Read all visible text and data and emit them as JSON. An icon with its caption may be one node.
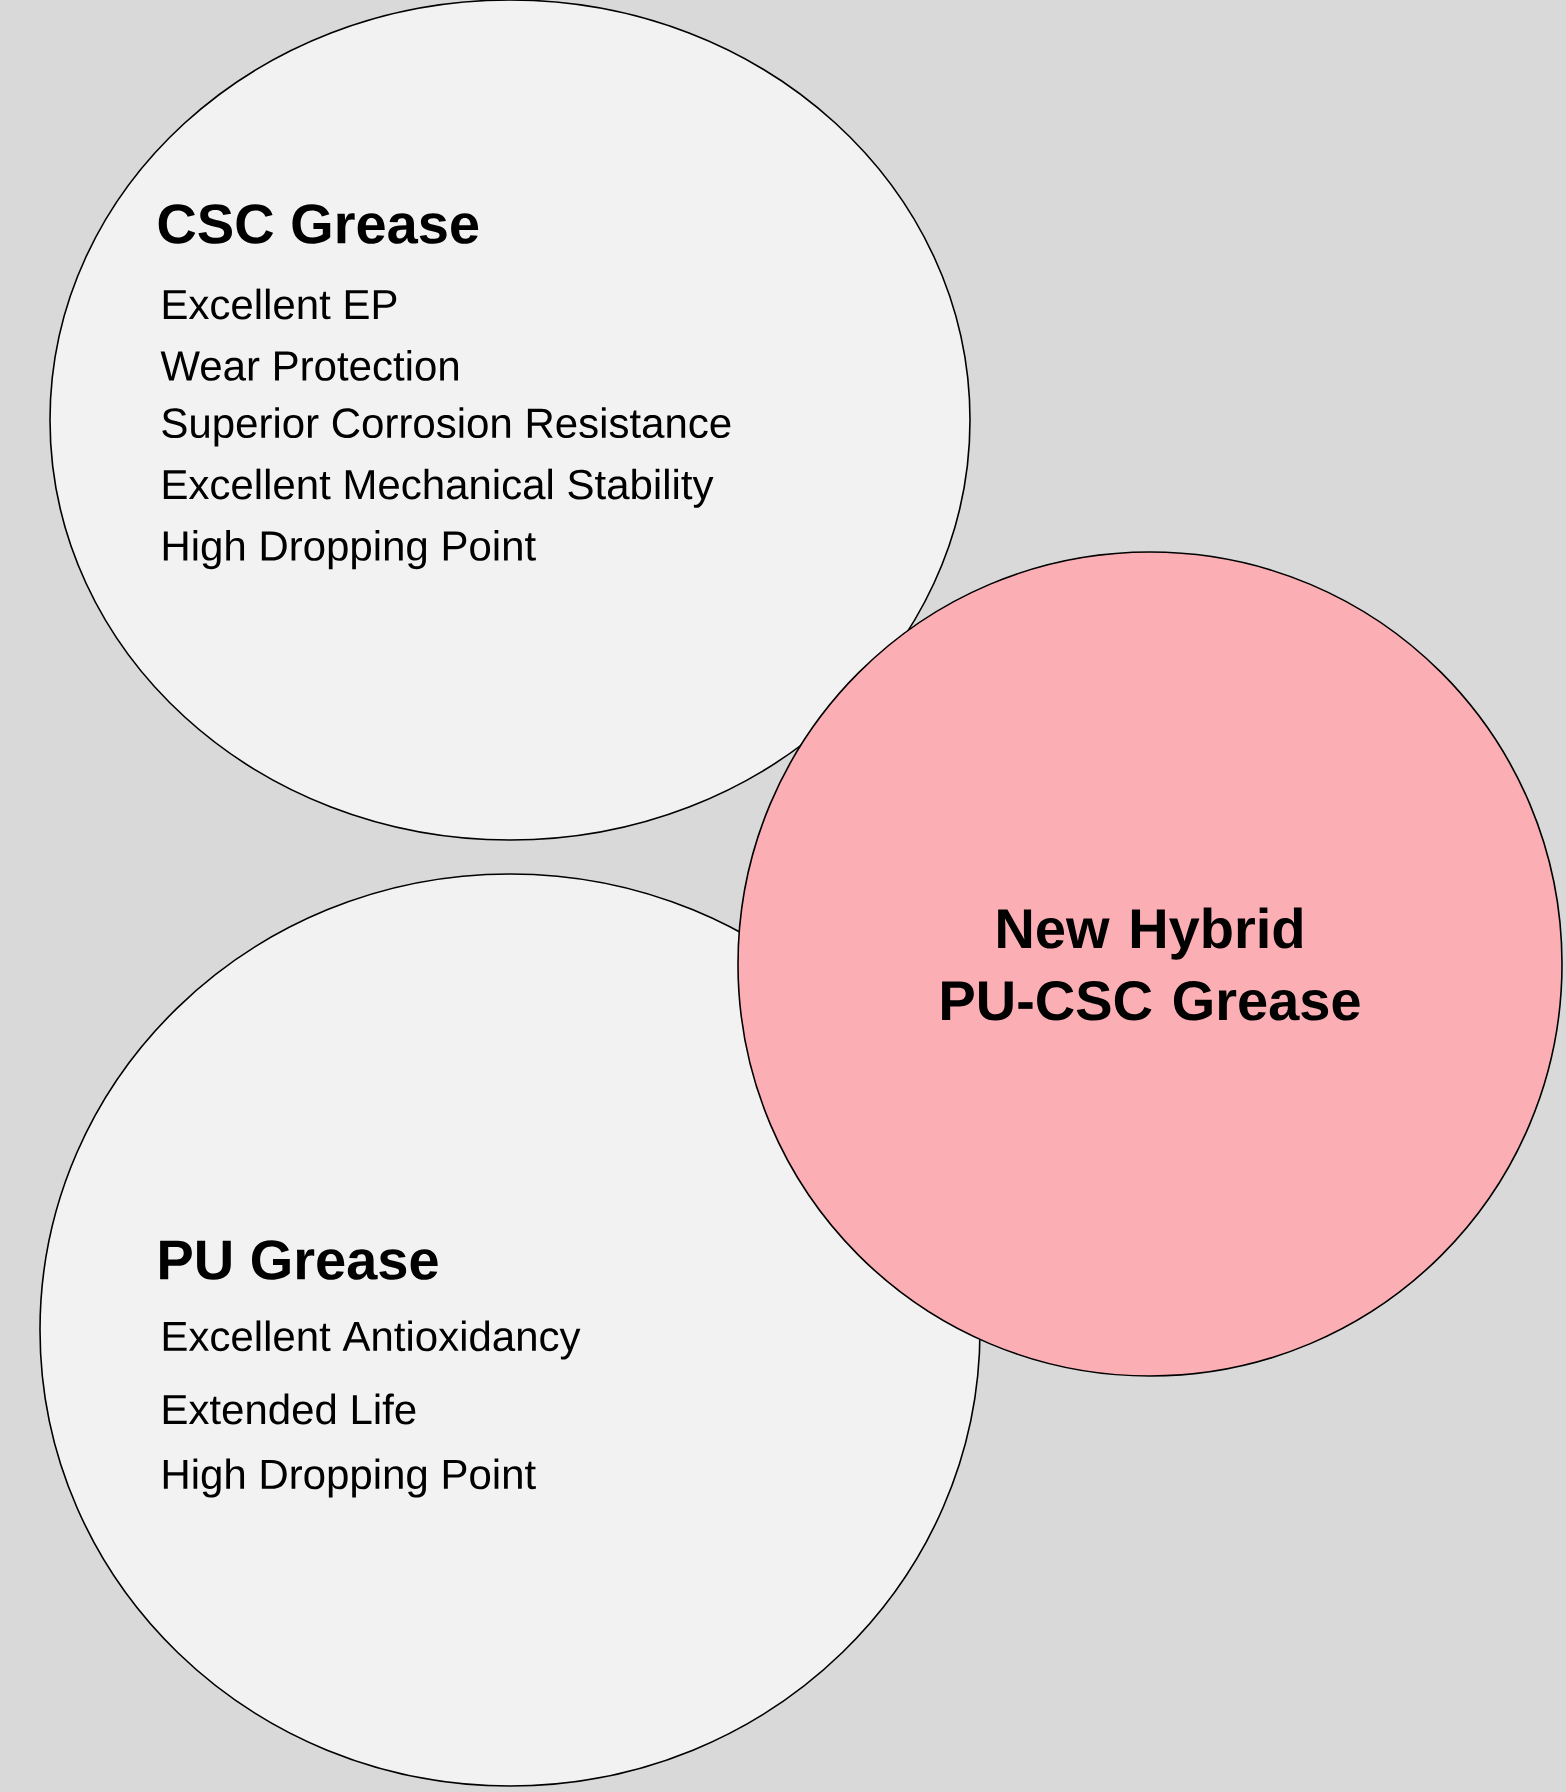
{
  "diagram": {
    "nodes": [
      {
        "text": [
          "CSC Grease",
          "Excellent EP",
          "Wear Protection",
          "Superior Corrosion Resistance",
          "Excellent Mechanical Stability",
          "High Dropping Point"
        ]
      },
      {
        "text": [
          "PU Grease",
          "Excellent Antioxidancy",
          "Extended Life",
          "High Dropping Point"
        ]
      },
      {
        "text": [
          "New Hybrid PU-CSC Grease"
        ]
      }
    ]
  }
}
